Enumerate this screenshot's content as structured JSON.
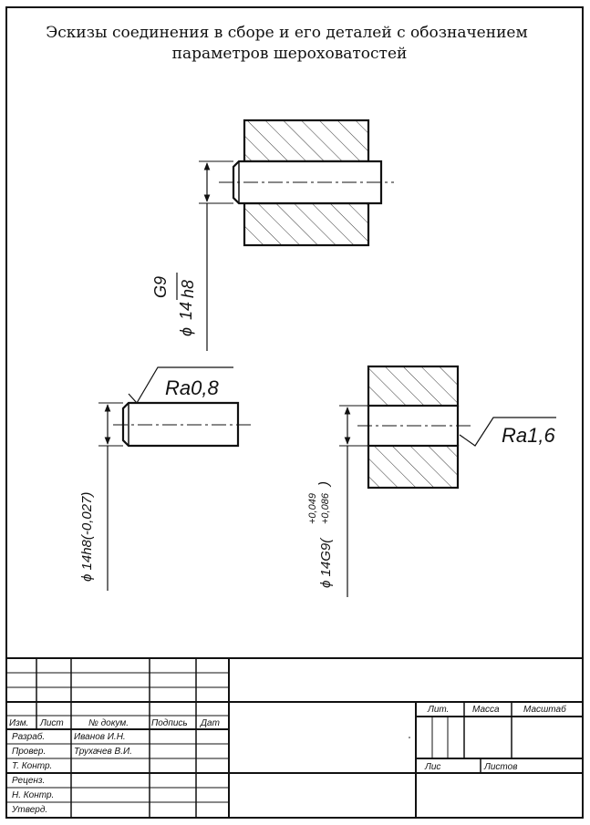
{
  "header": {
    "title_line1": "Эскизы соединения в сборе и его деталей с обозначением",
    "title_line2": "параметров шероховатостей"
  },
  "assembly": {
    "dim_symbol": "ϕ",
    "dim_size": "14",
    "fit_numerator": "G9",
    "fit_denominator": "h8"
  },
  "shaft": {
    "roughness": "Ra0,8",
    "dimension": "ϕ 14h8(-0,027)"
  },
  "bushing": {
    "roughness": "Ra1,6",
    "dimension_main": "ϕ 14G9(",
    "dev_upper": "+0,049",
    "dev_lower": "+0,086",
    "dim_close": ")"
  },
  "title_block": {
    "col_headers": [
      "Изм.",
      "Лист",
      "№ докум.",
      "Подпись",
      "Дат"
    ],
    "rows": [
      {
        "role": "Разраб.",
        "name": "Иванов И.Н."
      },
      {
        "role": "Провер.",
        "name": "Трухачев В.И."
      },
      {
        "role": "Т. Контр.",
        "name": ""
      },
      {
        "role": "Реценз.",
        "name": ""
      },
      {
        "role": "Н. Контр.",
        "name": ""
      },
      {
        "role": "Утверд.",
        "name": ""
      }
    ],
    "lit_label": "Лит.",
    "mass_label": "Масса",
    "scale_label": "Масштаб",
    "sheet_label": "Лис",
    "sheets_label": "Листов"
  }
}
